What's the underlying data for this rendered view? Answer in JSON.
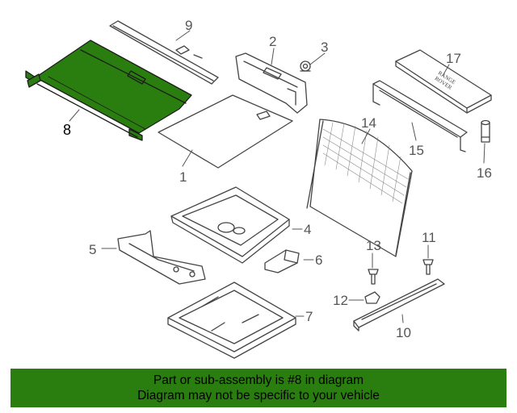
{
  "callouts": [
    "1",
    "2",
    "3",
    "4",
    "5",
    "6",
    "7",
    "8",
    "9",
    "10",
    "11",
    "12",
    "13",
    "14",
    "15",
    "16",
    "17"
  ],
  "highlighted_part": "8",
  "highlight_color": "#2a7d0f",
  "banner": {
    "line1": "Part or sub-assembly is #8 in diagram",
    "line2": "Diagram may not be specific to your vehicle"
  },
  "emblem_text": {
    "line1": "RANGE",
    "line2": "ROVER"
  }
}
